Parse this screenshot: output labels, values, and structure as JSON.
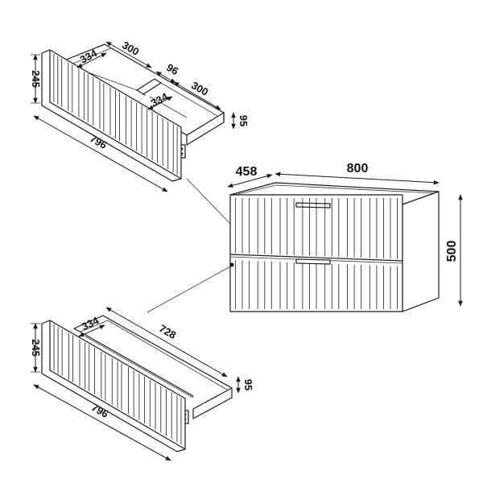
{
  "drawer_top": {
    "height": "245",
    "front_width": "796",
    "inner_depth_a": "334",
    "inner_width_a": "300",
    "divider_gap": "96",
    "inner_depth_b": "334",
    "inner_width_b": "300",
    "side_height": "95"
  },
  "cabinet": {
    "width": "800",
    "depth": "458",
    "height": "500"
  },
  "drawer_bottom": {
    "height": "245",
    "front_width": "796",
    "inner_depth": "334",
    "inner_width": "728",
    "side_height": "95"
  }
}
